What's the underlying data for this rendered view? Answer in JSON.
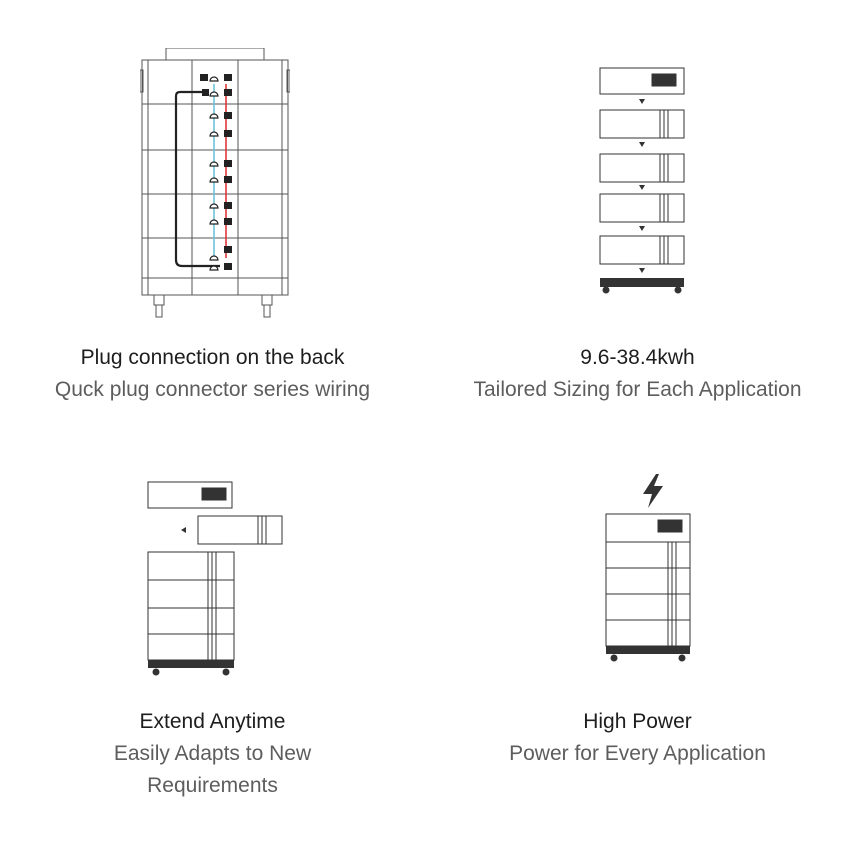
{
  "features": [
    {
      "title": "Plug connection on the back",
      "subtitle": "Quck plug connector series wiring",
      "icon": "battery-back-wiring-icon"
    },
    {
      "title": "9.6-38.4kwh",
      "subtitle": "Tailored Sizing for Each Application",
      "icon": "stacked-modules-icon"
    },
    {
      "title": "Extend Anytime",
      "subtitle_line1": "Easily Adapts to New",
      "subtitle_line2": "Requirements",
      "icon": "extend-module-icon"
    },
    {
      "title": "High Power",
      "subtitle": "Power for Every Application",
      "icon": "lightning-bolt-icon"
    }
  ],
  "colors": {
    "line": "#555555",
    "dark": "#222222",
    "red_cable": "#e0373a",
    "blue_cable": "#6fc3d8",
    "title_text": "#1e1e1e",
    "subtitle_text": "#5d5d5d"
  }
}
